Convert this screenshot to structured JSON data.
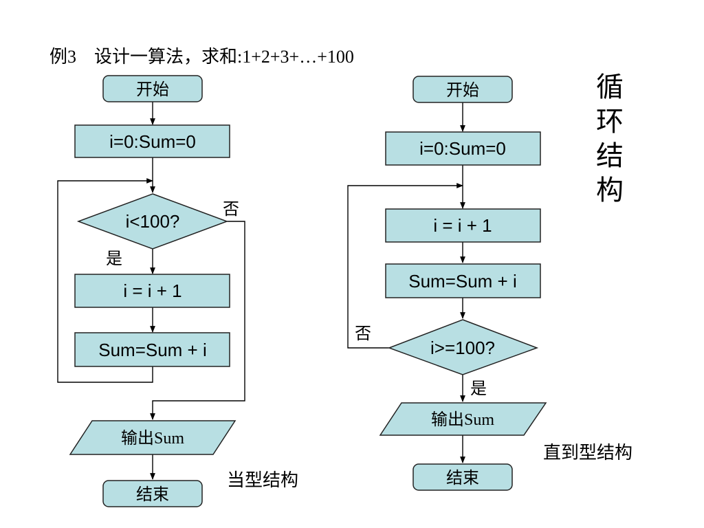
{
  "title": "例3　设计一算法，求和:1+2+3+…+100",
  "side_label": "循环结构",
  "left": {
    "start": "开始",
    "init": "i=0:Sum=0",
    "condition": "i<100?",
    "no_label": "否",
    "yes_label": "是",
    "increment": "i = i + 1",
    "accumulate": "Sum=Sum + i",
    "output": "输出Sum",
    "end": "结束",
    "caption": "当型结构"
  },
  "right": {
    "start": "开始",
    "init": "i=0:Sum=0",
    "increment": "i = i + 1",
    "accumulate": "Sum=Sum + i",
    "condition": "i>=100?",
    "no_label": "否",
    "yes_label": "是",
    "output": "输出Sum",
    "end": "结束",
    "caption": "直到型结构"
  }
}
